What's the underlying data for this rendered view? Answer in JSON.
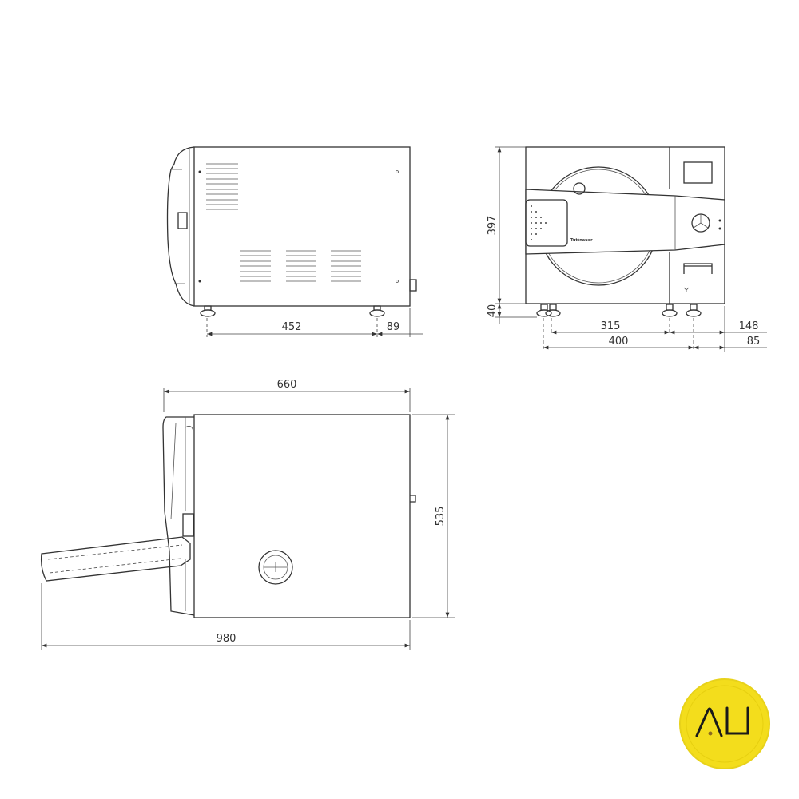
{
  "side_view": {
    "dims": {
      "foot_spacing": "452",
      "rear_overhang": "89"
    }
  },
  "front_view": {
    "brand": "Tuttnauer",
    "dims": {
      "height": "397",
      "foot_height": "40",
      "foot_spacing_inner": "315",
      "right_offset_inner": "148",
      "foot_spacing_outer": "400",
      "right_offset_outer": "85"
    }
  },
  "top_view": {
    "dims": {
      "depth": "660",
      "width": "535",
      "depth_door_open": "980"
    }
  },
  "logo": {
    "text": "AU",
    "color": "#f3dd1c",
    "ink": "#1a1a1a"
  }
}
